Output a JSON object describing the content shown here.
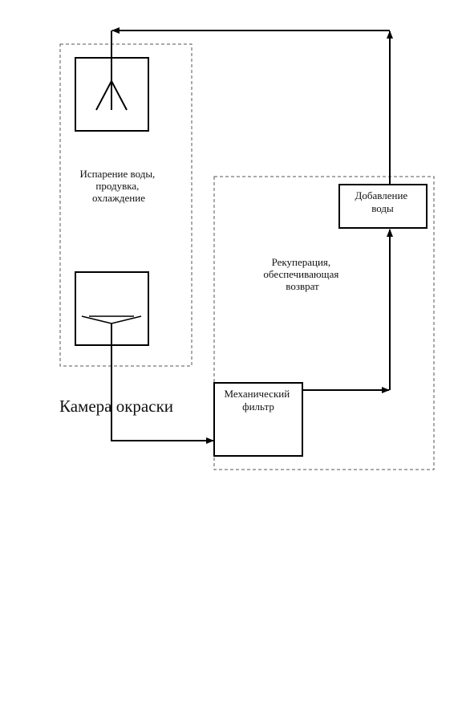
{
  "diagram": {
    "evaporation_label": [
      "Испарение воды,",
      "продувка,",
      "охлаждение"
    ],
    "recuperation_label": [
      "Рекуперация,",
      "обеспечивающая",
      "возврат"
    ],
    "water_addition_label": [
      "Добавление",
      "воды"
    ],
    "filter_label": [
      "Механический",
      "фильтр"
    ],
    "paint_booth_label": "Камера окраски"
  },
  "colors": {
    "line": "#000000",
    "text": "#111111",
    "dashed": "#555555"
  }
}
